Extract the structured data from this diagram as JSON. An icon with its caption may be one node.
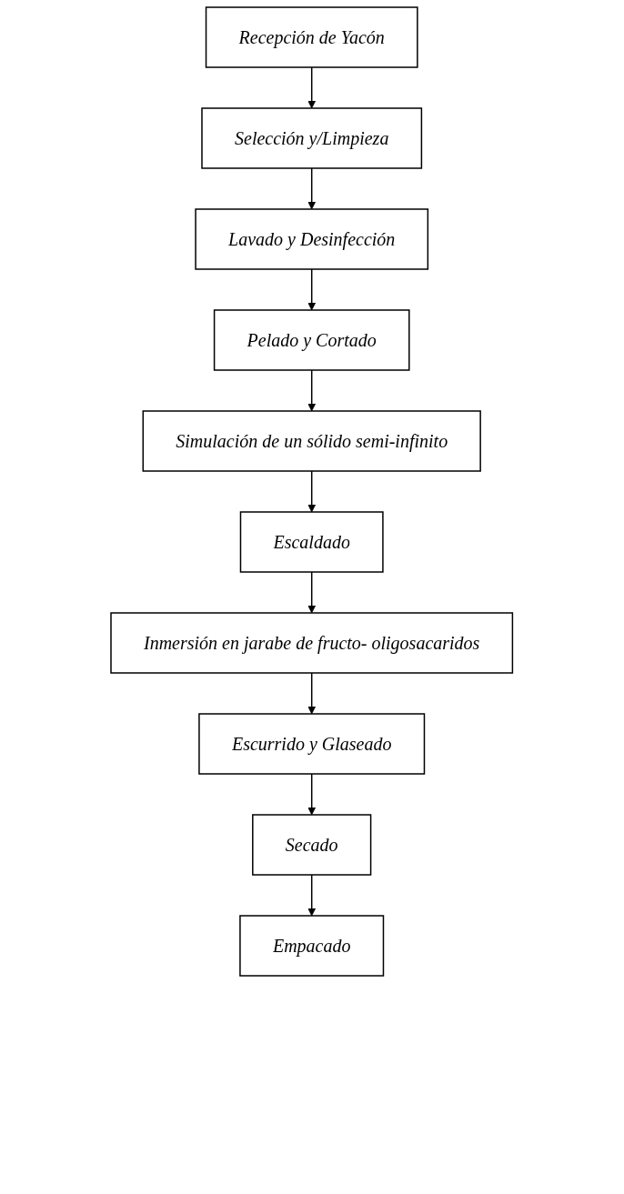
{
  "diagram": {
    "nodes": [
      {
        "text": [
          "Recepción de Yacón"
        ]
      },
      {
        "text": [
          "Selección y/Limpieza"
        ]
      },
      {
        "text": [
          "Lavado y Desinfección"
        ]
      },
      {
        "text": [
          "Pelado y Cortado"
        ]
      },
      {
        "text": [
          "Simulación de un sólido semi-infinito"
        ]
      },
      {
        "text": [
          "Escaldado"
        ]
      },
      {
        "text": [
          "Inmersión en jarabe de fructo- oligosacaridos"
        ]
      },
      {
        "text": [
          "Escurrido y Glaseado"
        ]
      },
      {
        "text": [
          "Secado"
        ]
      },
      {
        "text": [
          "Empacado"
        ]
      }
    ],
    "edges": [
      {
        "from": 0,
        "to": 1,
        "arrow": "to"
      },
      {
        "from": 1,
        "to": 2,
        "arrow": "to"
      },
      {
        "from": 2,
        "to": 3,
        "arrow": "to"
      },
      {
        "from": 3,
        "to": 4,
        "arrow": "to"
      },
      {
        "from": 4,
        "to": 5,
        "arrow": "to"
      },
      {
        "from": 5,
        "to": 6,
        "arrow": "to"
      },
      {
        "from": 6,
        "to": 7,
        "arrow": "to"
      },
      {
        "from": 7,
        "to": 8,
        "arrow": "to"
      },
      {
        "from": 8,
        "to": 9,
        "arrow": "to"
      }
    ]
  }
}
